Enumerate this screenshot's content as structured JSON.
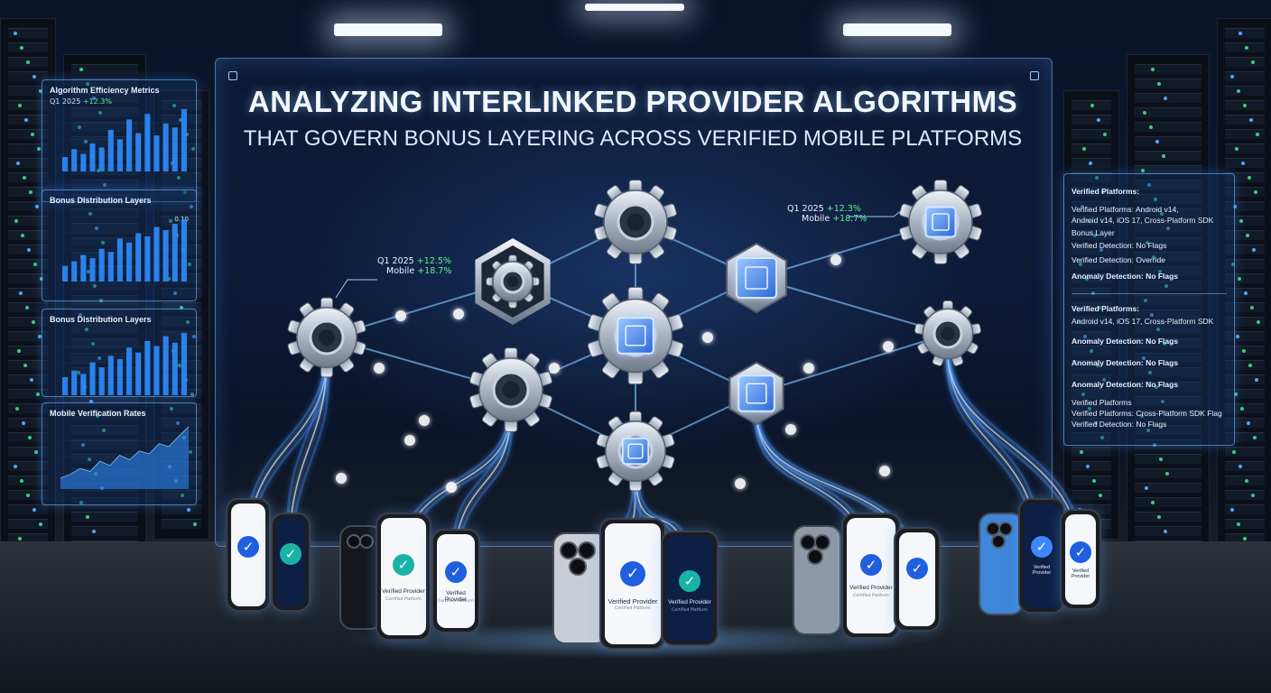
{
  "header": {
    "title": "ANALYZING INTERLINKED PROVIDER ALGORITHMS",
    "subtitle": "THAT GOVERN BONUS LAYERING ACROSS VERIFIED MOBILE PLATFORMS"
  },
  "left_cards": [
    {
      "title": "Algorithm Efficiency Metrics",
      "sub_label": "Q1 2025",
      "sub_value": "+12.3%"
    },
    {
      "title": "Bonus Distribution Layers",
      "sub_label": "",
      "sub_value": "",
      "corner": "0.10"
    },
    {
      "title": "Bonus Distribution Layers",
      "sub_label": "",
      "sub_value": ""
    },
    {
      "title": "Mobile Verification Rates",
      "sub_label": "",
      "sub_value": ""
    }
  ],
  "callouts": [
    {
      "line1": "Q1 2025",
      "value1": "+12.5%",
      "line2": "Mobile",
      "value2": "+18.7%"
    },
    {
      "line1": "Q1 2025",
      "value1": "+12.3%",
      "line2": "Mobile",
      "value2": "+18.7%"
    }
  ],
  "right_card": {
    "lines": [
      "Verified Platforms:",
      "Verified Platforms: Android v14,",
      "Android v14, iOS 17, Cross-Platform SDK",
      "Bonus Layer",
      "Verified Detection: No Flags",
      "Verified Detection: Override",
      "Anomaly Detection: No Flags",
      "Verified Platforms:",
      "Android v14, iOS 17, Cross-Platform SDK",
      "Anomaly Detection: No Flags",
      "Anomaly Detection: No Flags",
      "Anomaly Detection: No Flags",
      "Verified Platforms",
      "Verified Platforms: Cross-Platform SDK Flag",
      "Verified Detection: No Flags"
    ]
  },
  "phones": {
    "label": "Verified Provider",
    "sublabel": "Certified Platform"
  },
  "colors": {
    "accent": "#3c8cff",
    "bar": "#2f8cff",
    "glow": "#7cc4ff",
    "positive": "#5ff08a",
    "check_blue": "#1f5fe0",
    "check_teal": "#18b3a6"
  },
  "chart_data": [
    {
      "type": "bar",
      "title": "Algorithm Efficiency Metrics",
      "values": [
        18,
        28,
        22,
        35,
        30,
        52,
        40,
        65,
        48,
        72,
        45,
        60,
        55,
        78
      ]
    },
    {
      "type": "bar",
      "title": "Bonus Distribution Layers",
      "values": [
        20,
        26,
        34,
        30,
        42,
        38,
        55,
        50,
        62,
        58,
        70,
        66,
        74,
        80
      ]
    },
    {
      "type": "bar",
      "title": "Bonus Distribution Layers",
      "values": [
        22,
        30,
        26,
        40,
        34,
        48,
        44,
        58,
        52,
        66,
        60,
        72,
        64,
        76
      ]
    },
    {
      "type": "area",
      "title": "Mobile Verification Rates",
      "values": [
        15,
        20,
        28,
        24,
        38,
        32,
        46,
        40,
        52,
        48,
        62,
        58,
        72,
        85
      ]
    }
  ]
}
